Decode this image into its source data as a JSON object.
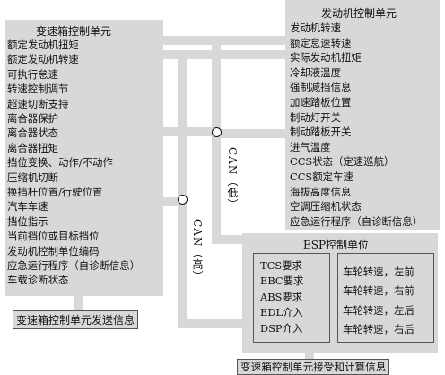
{
  "tcu": {
    "title": "变速箱控制单元",
    "items": [
      "额定发动机扭矩",
      "额定发动机转速",
      "可执行怠速",
      "转速控制调节",
      "超速切断支持",
      "离合器保护",
      "离合器状态",
      "离合器扭矩",
      "挡位变换、动作/不动作",
      "压缩机切断",
      "换挡杆位置/行驶位置",
      "汽车车速",
      "挡位指示",
      "当前挡位或目标挡位",
      "发动机控制单位编码",
      "应急运行程序（自诊断信息）",
      "车载诊断状态"
    ],
    "caption": "变速箱控制单元发送信息"
  },
  "ecu": {
    "title": "发动机控制单元",
    "items": [
      "发动机转速",
      "额定怠速转速",
      "实际发动机扭矩",
      "冷却液温度",
      "强制减挡信息",
      "加速踏板位置",
      "制动灯开关",
      "制动踏板开关",
      "进气温度",
      "CCS状态（定速巡航）",
      "CCS额定车速",
      "海拔高度信息",
      "空调压缩机状态",
      "应急运行程序（自诊断信息）"
    ]
  },
  "esp": {
    "title": "ESP控制单位",
    "left_items": [
      "TCS要求",
      "EBC要求",
      "ABS要求",
      "EDL介入",
      "DSP介入"
    ],
    "right_items": [
      "车轮转速，左前",
      "车轮转速，右前",
      "车轮转速，左后",
      "车轮转速，右后"
    ],
    "caption": "变速箱控制单元接受和计算信息"
  },
  "bus": {
    "low": "CAN（低）",
    "high": "CAN（高）"
  },
  "colors": {
    "panel": "#d8d8d8",
    "line": "#111111",
    "border": "#555555"
  }
}
